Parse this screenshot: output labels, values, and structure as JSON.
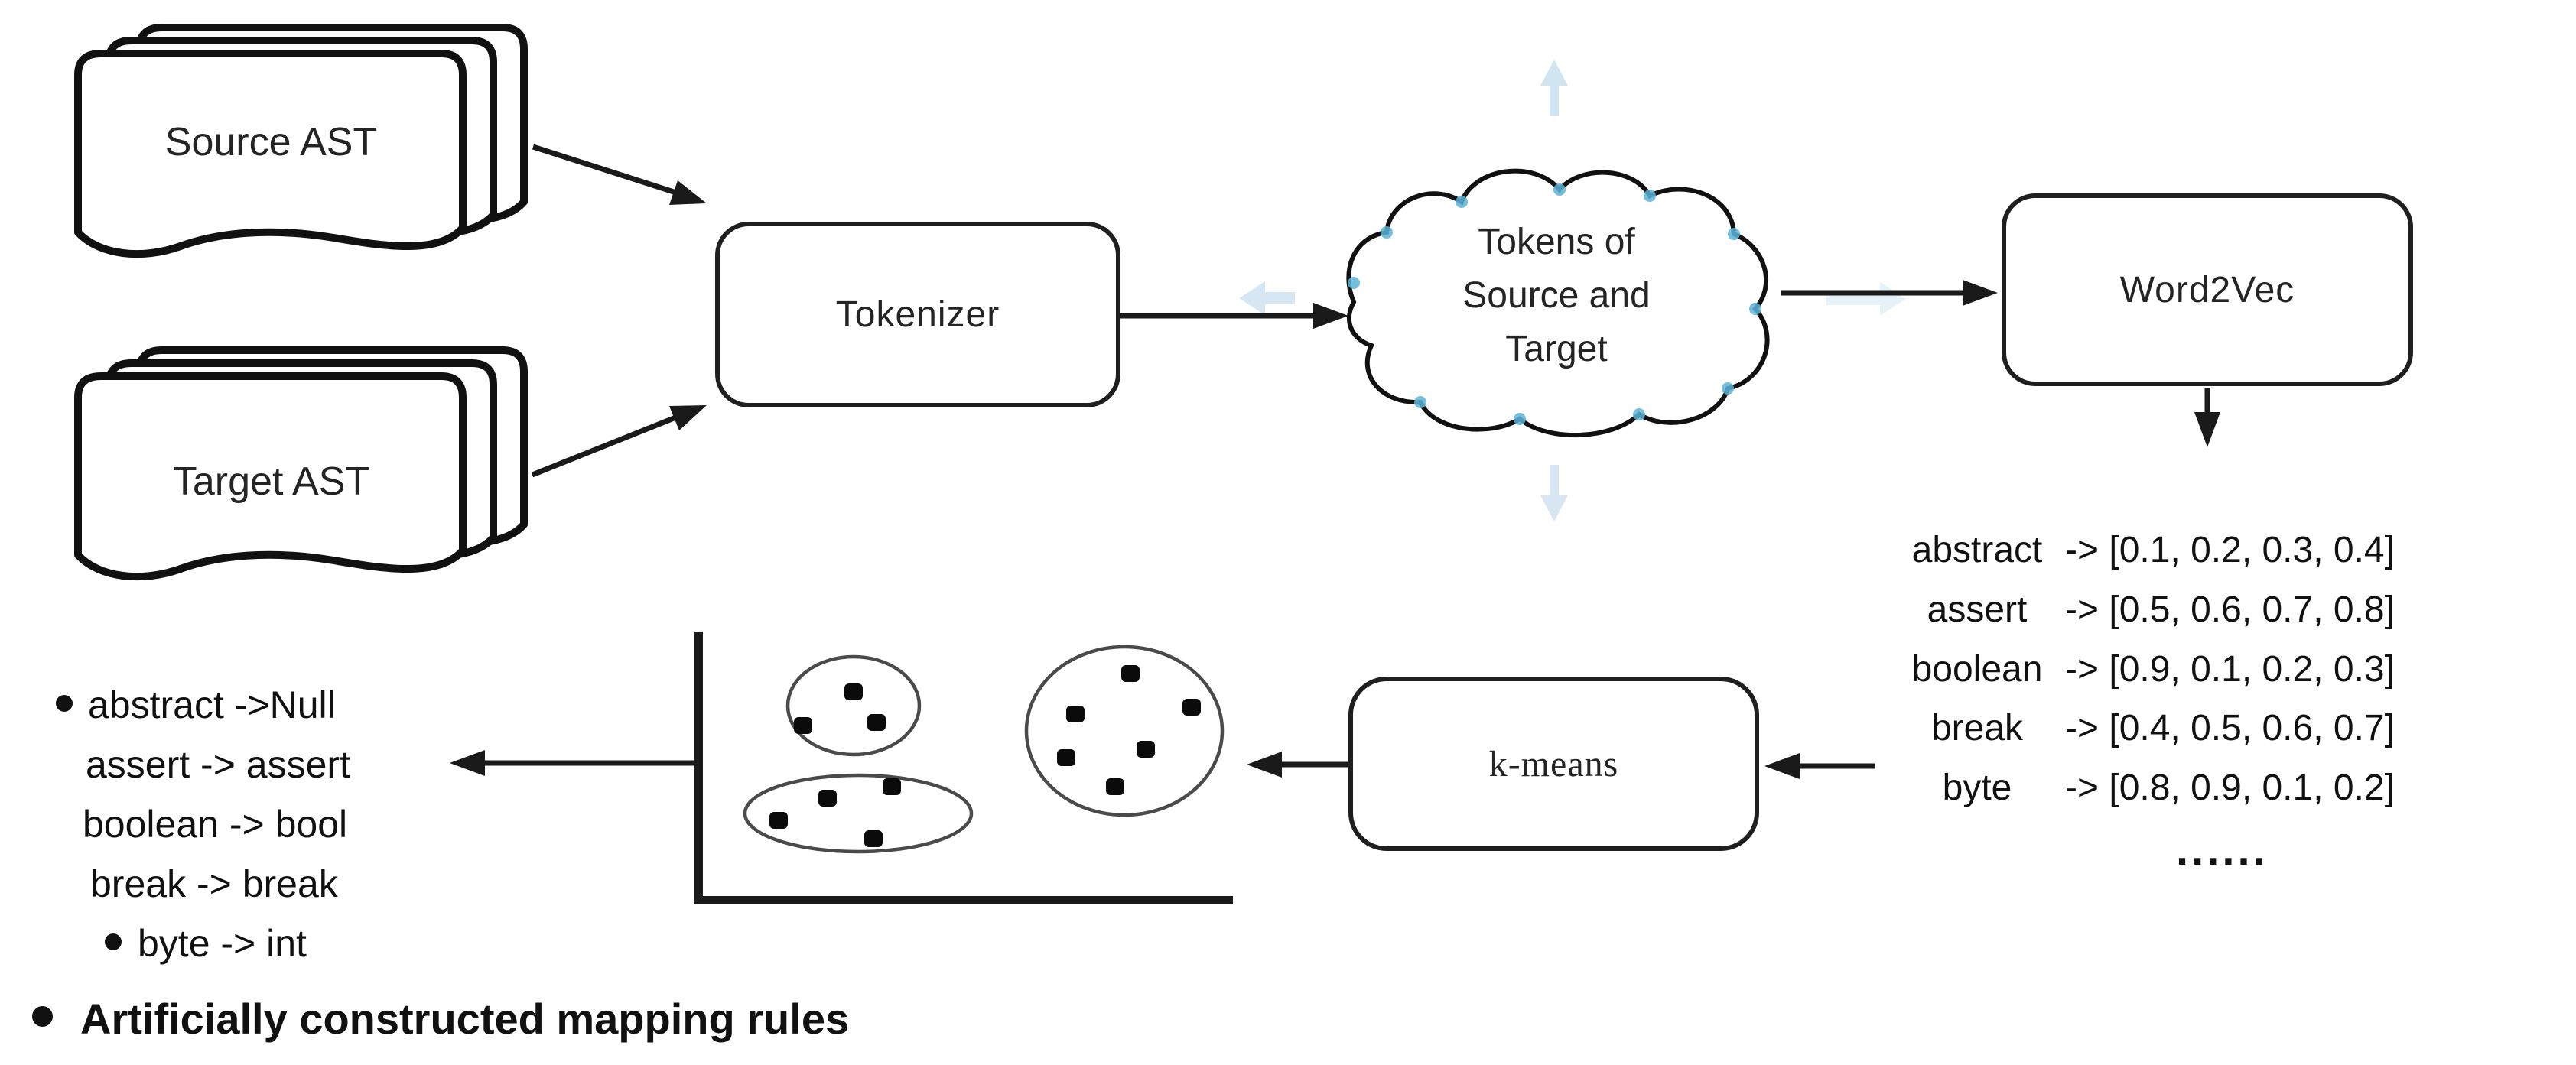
{
  "diagram": {
    "source_stack": {
      "label": "Source AST"
    },
    "target_stack": {
      "label": "Target AST"
    },
    "tokenizer": {
      "label": "Tokenizer"
    },
    "cloud": {
      "lines": [
        "Tokens of",
        "Source and",
        "Target"
      ]
    },
    "word2vec": {
      "label": "Word2Vec"
    },
    "kmeans": {
      "label": "k-means"
    },
    "vector_list": {
      "rows": [
        {
          "word": "abstract",
          "vector": "-> [0.1, 0.2, 0.3, 0.4]"
        },
        {
          "word": "assert",
          "vector": "-> [0.5, 0.6, 0.7, 0.8]"
        },
        {
          "word": "boolean",
          "vector": "-> [0.9, 0.1, 0.2, 0.3]"
        },
        {
          "word": "break",
          "vector": "-> [0.4, 0.5, 0.6, 0.7]"
        },
        {
          "word": "byte",
          "vector": "-> [0.8, 0.9, 0.1, 0.2]"
        }
      ],
      "ellipsis": "......"
    },
    "mapping_list": {
      "rows": [
        {
          "text": "abstract ->Null",
          "bullet": true
        },
        {
          "text": "assert -> assert",
          "bullet": false
        },
        {
          "text": "boolean -> bool",
          "bullet": false
        },
        {
          "text": "break -> break",
          "bullet": false
        },
        {
          "text": "byte -> int",
          "bullet": true
        }
      ]
    },
    "caption": {
      "text": "Artificially constructed mapping rules"
    },
    "colors": {
      "ink": "#1a1a1a",
      "pale_blue": "#cfe3f1",
      "handle_blue": "#5cb3d8",
      "ellipse_gray": "#4a4a4a"
    }
  }
}
